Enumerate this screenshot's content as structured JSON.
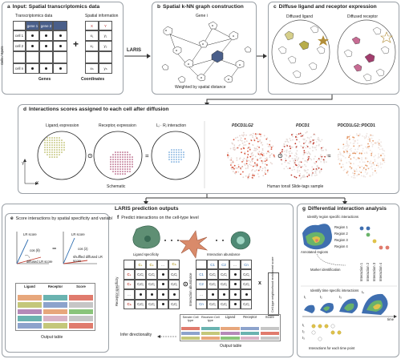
{
  "panel_a": {
    "label": "a",
    "title": "Input: Spatial transcriptomics data",
    "matrix_title": "Transcriptomics data",
    "spatial_title": "Spatial information",
    "gene_headers": [
      "gene 1",
      "gene 2"
    ],
    "cell_labels": [
      "cell 1",
      "cell 2",
      "cell n"
    ],
    "ylabel": "Cells / Spots",
    "xlabel": "Genes",
    "coord_headers": [
      "X",
      "Y"
    ],
    "coord_rows": [
      [
        "x₁",
        "y₁"
      ],
      [
        "x₂",
        "y₂"
      ],
      [
        "xₙ",
        "yₙ"
      ]
    ],
    "coord_xlabel": "Coordinates",
    "plus": "+"
  },
  "laris_arrow": "LARIS",
  "panel_b": {
    "label": "b",
    "title": "Spatial k-NN graph construction",
    "gene": "Gene i",
    "caption": "Weighted by spatial distance"
  },
  "panel_c": {
    "label": "c",
    "title": "Diffuse ligand and receptor expression",
    "lig": "Diffused ligand",
    "rec": "Diffused receptor"
  },
  "panel_d": {
    "label": "d",
    "title": "Interactions scores assigned to each cell after diffusion",
    "lig": "Ligandⱼ expression",
    "rec": "Receptorⱼ expression",
    "lr": "Lⱼ · Rⱼ interaction",
    "y": "Y",
    "x": "X",
    "schematic": "Schematic",
    "op_dot": "⊙",
    "op_eq": "=",
    "g1": "PDCD1LG2",
    "g2": "PDCD1",
    "g3": "PDCD1LG2::PDCD1",
    "sample": "Human tonsil Slide-tags sample"
  },
  "panel_laris": {
    "title": "LARIS prediction outputs"
  },
  "panel_e": {
    "label": "e",
    "title": "Score interactions by spatial specificity and variability",
    "lr": "LR score",
    "cos1": "cos (θ)",
    "cos2": "cos (λ)",
    "dlr": "diffused LR score",
    "slr": "shuffled diffused LR score",
    "minus": "−",
    "cols": [
      "Ligand",
      "Receptor",
      "Score"
    ],
    "output": "Output table"
  },
  "panel_f": {
    "label": "f",
    "title": "Predict interactions on the cell-type level",
    "ls": "Ligand specificity",
    "ia": "Interaction abundance",
    "rs": "Receptor specificity",
    "cols_a": [
      "C₁",
      "C₂",
      "...",
      "Cₙ"
    ],
    "rows_a": [
      "C₁",
      "C₂",
      "...",
      "Cₙ"
    ],
    "cols_b": [
      "C1",
      "C2",
      "...",
      "Cn"
    ],
    "rows_b": [
      "C1",
      "C2",
      "...",
      "Cn"
    ],
    "cell_ij": "CᵢCⱼ",
    "x": "x",
    "side": "Cell-type neighborhood enrichment score",
    "out_cols": [
      "Sender Cell type",
      "Receiver Cell type",
      "Ligand",
      "Receptor",
      "Score"
    ],
    "output": "Output table",
    "infer": "Infer directionality"
  },
  "panel_g": {
    "label": "g",
    "title": "Differential interaction analysis",
    "sub1": "Identify region specific interactions",
    "regions": [
      "Region 1",
      "Region 2",
      "Region 3",
      "Region 4"
    ],
    "annot": "Annotated regions",
    "marker": "Marker identification",
    "interactions": [
      "Interaction 1",
      "Interaction 2",
      "Interaction 3",
      "Interaction 4"
    ],
    "sub2": "Identify time specific interactions",
    "times": [
      "t₁",
      "t₂",
      "t₃",
      "t₄"
    ],
    "time": "time",
    "caption2": "Interactions for each time point"
  }
}
